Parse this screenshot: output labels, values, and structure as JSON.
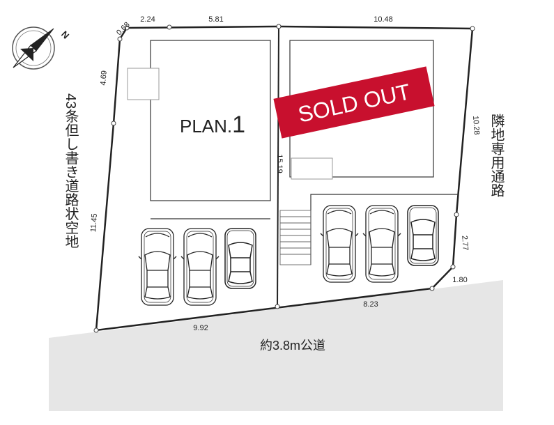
{
  "dimensions": {
    "top_left_corner": "0.68",
    "top_a": "2.24",
    "top_b": "5.81",
    "top_c": "10.48",
    "left_upper": "4.69",
    "left_lower": "11.45",
    "right_upper": "10.28",
    "right_lower": "2.77",
    "bottom_left": "9.92",
    "bottom_right": "8.23",
    "corner_cut": "1.80",
    "center_line": "15.19"
  },
  "labels": {
    "compass_north": "N",
    "plan_name": "PLAN.",
    "plan_number": "1",
    "sold_out": "SOLD OUT",
    "left_side": "43条但し書き道路状空地",
    "right_side": "隣地専用通路",
    "road": "約3.8m公道"
  },
  "colors": {
    "sold_out_red": "#c8102e",
    "road_gray": "#e6e6e6",
    "line": "#222222"
  }
}
